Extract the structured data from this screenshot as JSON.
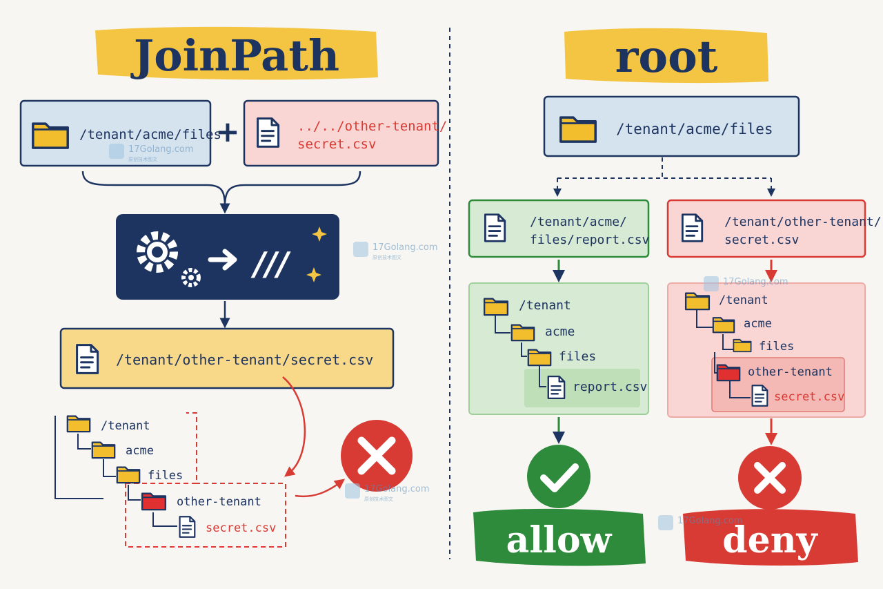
{
  "left": {
    "title": "JoinPath",
    "base_path": "/tenant/acme/files",
    "plus": "+",
    "input_path_line1": "../../other-tenant/",
    "input_path_line2": "secret.csv",
    "process_slashes": "///",
    "result_path": "/tenant/other-tenant/secret.csv",
    "tree": {
      "tenant": "/tenant",
      "acme": "acme",
      "files": "files",
      "other_tenant": "other-tenant",
      "secret": "secret.csv"
    }
  },
  "right": {
    "title": "root",
    "root_path": "/tenant/acme/files",
    "allowed_line1": "/tenant/acme/",
    "allowed_line2": "files/report.csv",
    "denied_line1": "/tenant/other-tenant/",
    "denied_line2": "secret.csv",
    "allow_tree": {
      "tenant": "/tenant",
      "acme": "acme",
      "files": "files",
      "report": "report.csv"
    },
    "deny_tree": {
      "tenant": "/tenant",
      "acme": "acme",
      "files": "files",
      "other_tenant": "other-tenant",
      "secret": "secret.csv"
    },
    "allow_label": "allow",
    "deny_label": "deny"
  },
  "watermark": {
    "text": "17Golang.com",
    "sub": "原创技术图文"
  },
  "colors": {
    "navy": "#1d3461",
    "highlight_yellow": "#f4c542",
    "blue_box": "#d5e3ef",
    "red_box": "#f9d5d3",
    "yellow_box": "#f8d98a",
    "green_box": "#d7ead3",
    "green": "#2e8b3b",
    "red": "#d83a34",
    "folder": "#f3be2d",
    "folder_red": "#e03030"
  }
}
